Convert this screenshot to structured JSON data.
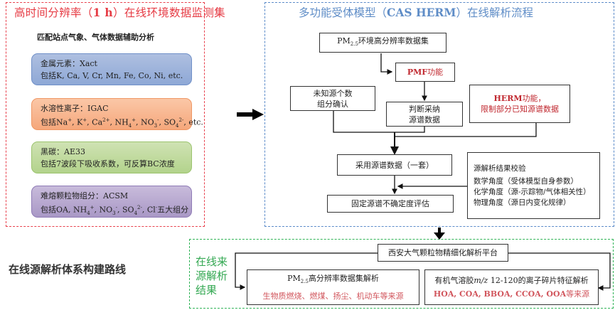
{
  "left_panel": {
    "title_prefix": "高时间分辨率（",
    "title_bold": "1 h",
    "title_suffix": "）在线环境数据监测集",
    "subheading": "匹配站点气象、气体数据辅助分析",
    "cards": [
      {
        "title": "金属元素：Xact",
        "detail": "包括K, Ca, V, Cr, Mn, Fe, Co, Ni, etc."
      },
      {
        "title": "水溶性离子：IGAC",
        "detail_parts": [
          "包括Na",
          "+",
          ", K",
          "+",
          ", Ca",
          "2+",
          ", NH",
          "4",
          "+",
          ", NO",
          "3",
          "-",
          ", SO",
          "4",
          "2-",
          ", etc."
        ]
      },
      {
        "title": "黑碳：AE33",
        "detail": "包括7波段下吸收系数，可反算BC浓度"
      },
      {
        "title": "难熔颗粒物组分：ACSM",
        "detail_parts": [
          "包括OA, NH",
          "4",
          "+",
          ", NO",
          "3",
          "-",
          ", SO",
          "4",
          "2-",
          ", Cl",
          "-",
          "五大组分"
        ]
      }
    ]
  },
  "right_panel": {
    "title_prefix": "多功能受体模型（",
    "title_bold": "CAS HERM",
    "title_suffix": "）在线解析流程",
    "boxes": {
      "dataset": {
        "pre": "PM",
        "sub": "2.5",
        "post": "环境高分辨率数据集"
      },
      "pmf": {
        "bold": "PMF",
        "rest": "功能"
      },
      "unknown": [
        "未知源个数",
        "组分确认"
      ],
      "judge": [
        "判断采纳",
        "源谱数据"
      ],
      "herm": {
        "bold": "HERM",
        "line1_rest": "功能，",
        "line2": "限制部分已知源谱数据"
      },
      "adopt": "采用源谱数据（一套）",
      "fixed": "固定源谱不确定度评估",
      "validate": [
        "源解析结果校验",
        "数学角度（受体模型自身参数）",
        "化学角度（源-示踪物/气体相关性）",
        "物理角度（源日内变化规律）"
      ]
    }
  },
  "bottom_panel": {
    "side_label": [
      "在线来",
      "源解析",
      "结果"
    ],
    "platform": "西安大气颗粒物精细化解析平台",
    "pm_box": {
      "pre": "PM",
      "sub": "2.5",
      "post": "高分辨率数据集解析",
      "sources": "生物质燃烧、燃煤、扬尘、机动车等来源"
    },
    "oa_box": {
      "pre": "有机气溶胶",
      "italic": "m/z",
      "post": " 12-120的离子碎片特征解析",
      "sources_bold": "HOA, COA, BBOA, CCOA, OOA",
      "sources_rest": "等来源"
    }
  },
  "route_label": "在线源解析体系构建路线"
}
